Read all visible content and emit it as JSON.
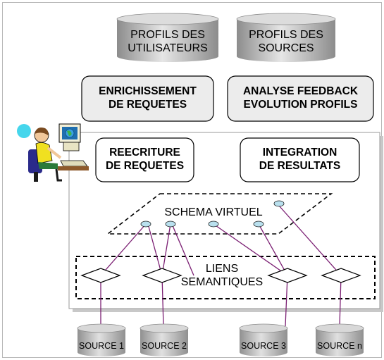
{
  "profiles": {
    "users": "PROFILS DES\nUTILISATEURS",
    "sources": "PROFILS DES\nSOURCES"
  },
  "processes": {
    "enrichment": "ENRICHISSEMENT\nDE REQUETES",
    "feedback": "ANALYSE FEEDBACK\nEVOLUTION PROFILS",
    "rewriting": "REECRITURE\nDE REQUETES",
    "integration": "INTEGRATION\nDE RESULTATS"
  },
  "schema_label": "SCHEMA VIRTUEL",
  "links_label": "LIENS\nSEMANTIQUES",
  "sources": [
    "SOURCE 1",
    "SOURCE 2",
    "SOURCE 3",
    "SOURCE n"
  ],
  "colors": {
    "link_line": "#7b1f73",
    "schema_node": "#b9e0ee",
    "cylinder_top": "#d9d9d9",
    "cylinder_side": "#9a9a9a",
    "box_fill": "#ececec"
  },
  "icons": [
    "user-at-computer-icon"
  ]
}
